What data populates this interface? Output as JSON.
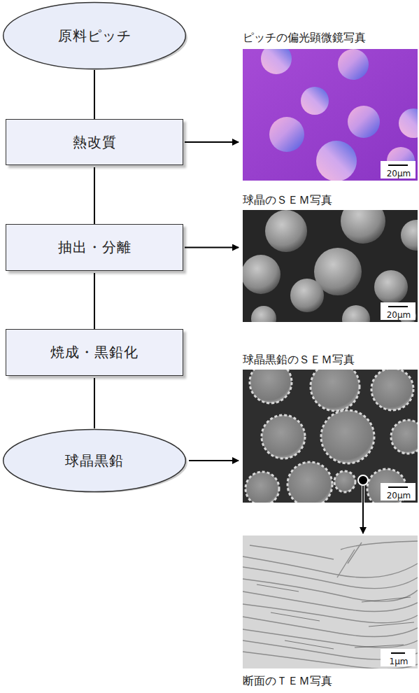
{
  "diagram": {
    "nodes": [
      {
        "text": [
          "原料ピッチ"
        ]
      },
      {
        "text": [
          "熱改質"
        ]
      },
      {
        "text": [
          "抽出・分離"
        ]
      },
      {
        "text": [
          "焼成・黒鉛化"
        ]
      },
      {
        "text": [
          "球晶黒鉛"
        ]
      },
      {
        "text": [
          "ピッチの偏光顕微鏡写真",
          "20μm"
        ]
      },
      {
        "text": [
          "球晶のＳＥＭ写真",
          "20μm"
        ]
      },
      {
        "text": [
          "球晶黒鉛のＳＥＭ写真",
          "20μm"
        ]
      },
      {
        "text": [
          "断面のＴＥＭ写真",
          "1μm"
        ]
      }
    ],
    "edges": [
      {
        "from": 0,
        "to": 1,
        "arrow": "none"
      },
      {
        "from": 1,
        "to": 2,
        "arrow": "none"
      },
      {
        "from": 2,
        "to": 3,
        "arrow": "none"
      },
      {
        "from": 3,
        "to": 4,
        "arrow": "none"
      },
      {
        "from": 1,
        "to": 5,
        "arrow": "to"
      },
      {
        "from": 2,
        "to": 6,
        "arrow": "to"
      },
      {
        "from": 4,
        "to": 7,
        "arrow": "to"
      },
      {
        "from": 7,
        "to": 8,
        "arrow": "to"
      }
    ]
  }
}
